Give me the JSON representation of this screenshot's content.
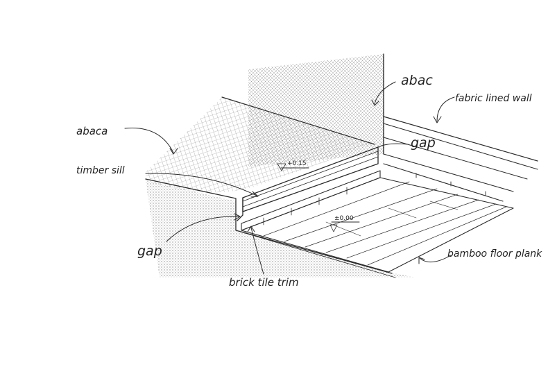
{
  "labels": {
    "abaca": "abaca",
    "abac": "abac",
    "fabric_lined_wall": "fabric lined wall",
    "gap_top": "gap",
    "timber_sill": "timber sill",
    "level_upper": "+0.15",
    "level_floor": "±0.00",
    "gap_bottom": "gap",
    "brick_tile_trim": "brick tile trim",
    "bamboo_floor_plank": "bamboo floor plank"
  },
  "colors": {
    "ink": "#2a2a2a",
    "paper": "#ffffff",
    "shade": "#9a9a9a"
  }
}
